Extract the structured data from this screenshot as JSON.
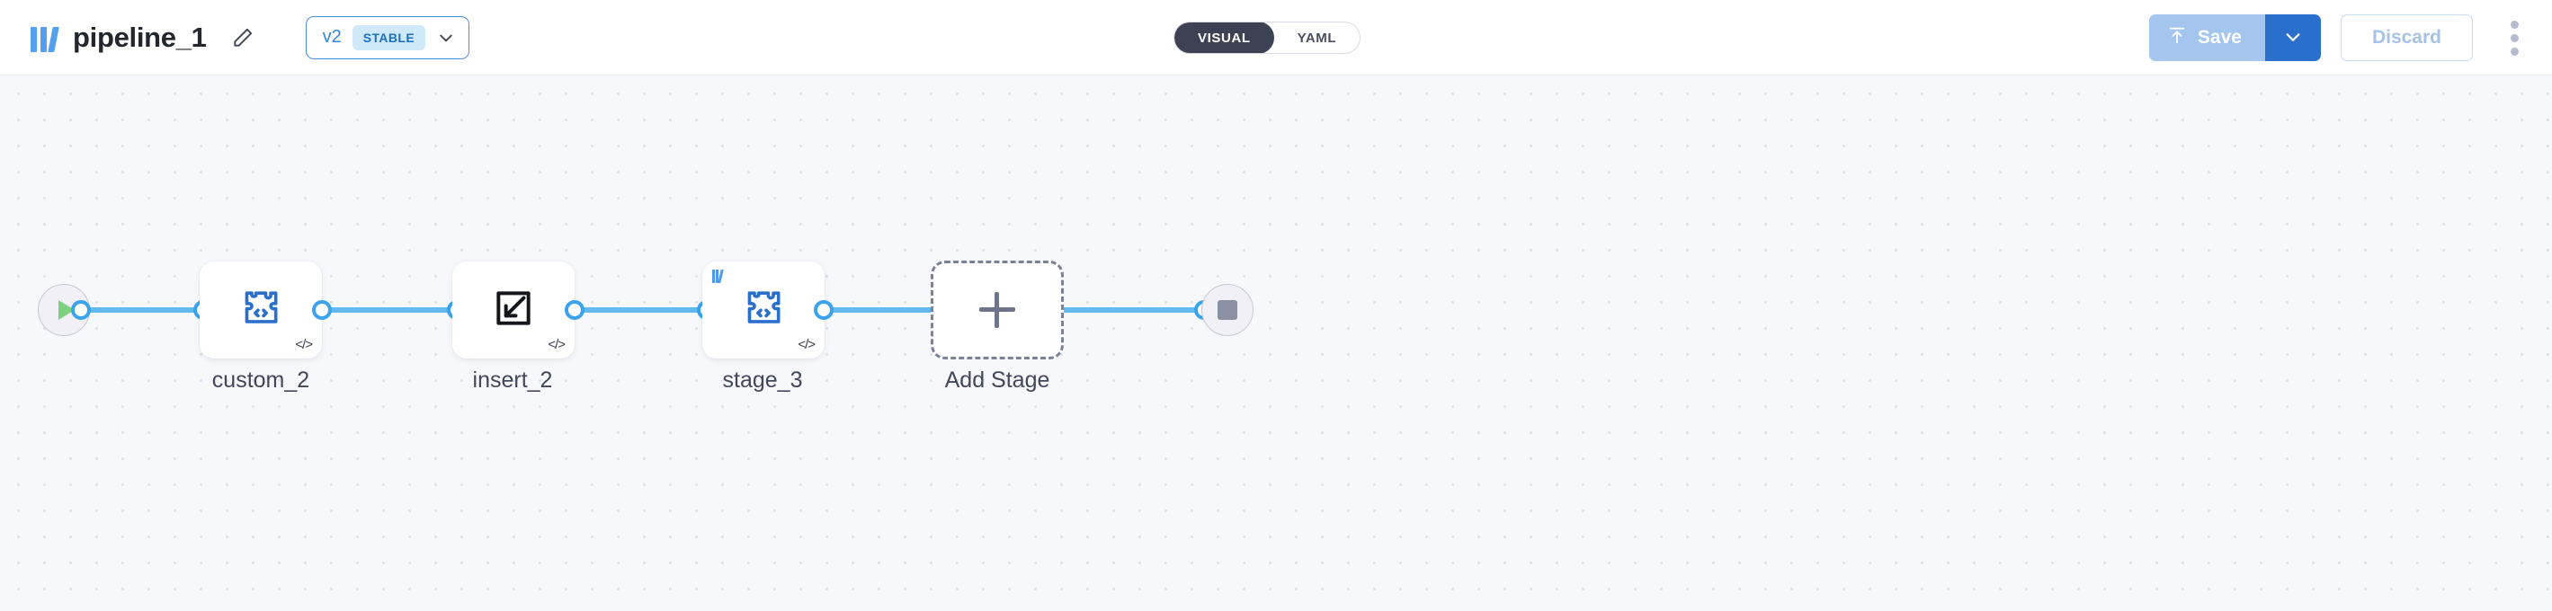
{
  "header": {
    "logo_icon": "three-bars-logo-icon",
    "title": "pipeline_1",
    "edit_icon": "pencil-edit-icon",
    "version": {
      "label": "v2",
      "badge": "STABLE",
      "chevron_icon": "chevron-down-icon"
    },
    "view_toggle": {
      "options": [
        "VISUAL",
        "YAML"
      ],
      "active": "VISUAL"
    },
    "actions": {
      "save_label": "Save",
      "save_icon": "upload-arrow-icon",
      "save_caret_icon": "chevron-down-icon",
      "discard_label": "Discard",
      "overflow_icon": "kebab-menu-icon"
    }
  },
  "canvas": {
    "start_node": {
      "name": "start",
      "icon": "play-icon"
    },
    "end_node": {
      "name": "end",
      "icon": "stop-icon"
    },
    "stages": [
      {
        "id": "custom_2",
        "label": "custom_2",
        "icon": "puzzle-code-icon",
        "badge": "</>",
        "has_logo_mark": false
      },
      {
        "id": "insert_2",
        "label": "insert_2",
        "icon": "insert-arrow-icon",
        "badge": "</>",
        "has_logo_mark": false
      },
      {
        "id": "stage_3",
        "label": "stage_3",
        "icon": "puzzle-code-icon",
        "badge": "</>",
        "has_logo_mark": true
      }
    ],
    "add_stage": {
      "label": "Add Stage",
      "icon": "plus-icon"
    }
  },
  "colors": {
    "accent_blue": "#3aa3ec",
    "edge_blue": "#62b9ef",
    "brand_blue": "#54a0ee",
    "badge_bg": "#cfe9fb",
    "save_bg": "#a3c5ee",
    "save_caret_bg": "#2b6fcc",
    "toggle_active_bg": "#3d4154",
    "canvas_bg": "#f7f8fc"
  }
}
